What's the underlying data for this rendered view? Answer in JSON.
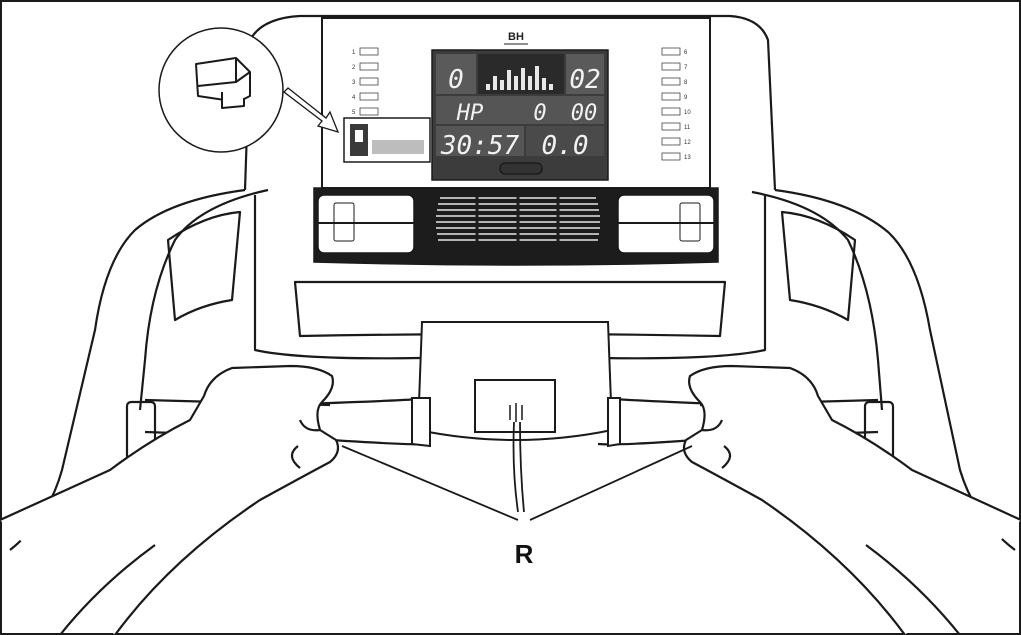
{
  "diagram": {
    "callout_label": "R",
    "console_logo": "BH",
    "console": {
      "display_top_left": "0",
      "display_top_right": "02",
      "display_mid_left": "HP",
      "display_mid_center": "0",
      "display_mid_right": "00",
      "display_bottom_left": "30:57",
      "display_bottom_right": "0.0"
    },
    "program_list_left": [
      "1",
      "2",
      "3",
      "4",
      "5"
    ],
    "program_list_right": [
      "6",
      "7",
      "8",
      "9",
      "10",
      "11",
      "12",
      "13"
    ],
    "colors": {
      "line": "#1a1a1a",
      "panel_dark": "#1c1c1c",
      "screen_gray": "#5a5a5a",
      "background": "#ffffff"
    }
  }
}
